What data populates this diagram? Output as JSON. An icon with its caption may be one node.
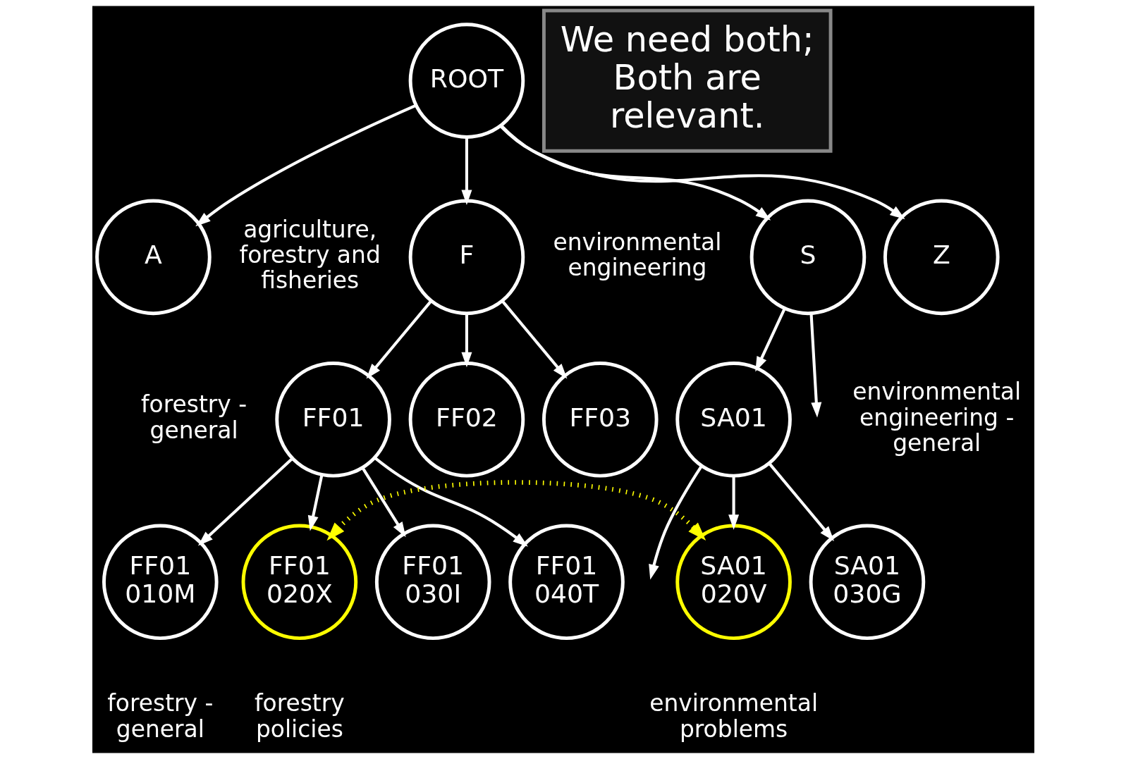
{
  "diagram": {
    "nodes": [
      {
        "text": [
          "ROOT"
        ]
      },
      {
        "text": [
          "A"
        ]
      },
      {
        "text": [
          "F"
        ],
        "beside": [
          "agriculture, forestry and fisheries"
        ]
      },
      {
        "text": [
          "S"
        ],
        "beside": [
          "environmental engineering"
        ]
      },
      {
        "text": [
          "Z"
        ]
      },
      {
        "text": [
          "FF01"
        ],
        "beside": [
          "forestry - general"
        ]
      },
      {
        "text": [
          "FF02"
        ]
      },
      {
        "text": [
          "FF03"
        ]
      },
      {
        "text": [
          "SA01"
        ],
        "beside": [
          "environmental engineering - general"
        ]
      },
      {
        "text": [
          "FF01 010M"
        ],
        "beside": [
          "forestry - general"
        ]
      },
      {
        "text": [
          "FF01 020X"
        ],
        "beside": [
          "forestry policies"
        ]
      },
      {
        "text": [
          "FF01 030I"
        ]
      },
      {
        "text": [
          "FF01 040T"
        ]
      },
      {
        "text": [
          "SA01 020V"
        ],
        "beside": [
          "environmental problems"
        ]
      },
      {
        "text": [
          "SA01 030G"
        ]
      },
      {
        "text": [
          "We need both; Both are relevant."
        ]
      }
    ],
    "edges": [
      {
        "from": 0,
        "to": 1,
        "arrow": "to"
      },
      {
        "from": 0,
        "to": 2,
        "arrow": "to"
      },
      {
        "from": 0,
        "to": 3,
        "arrow": "to"
      },
      {
        "from": 0,
        "to": 4,
        "arrow": "to"
      },
      {
        "from": 2,
        "to": 5,
        "arrow": "to"
      },
      {
        "from": 2,
        "to": 6,
        "arrow": "to"
      },
      {
        "from": 2,
        "to": 7,
        "arrow": "to"
      },
      {
        "from": 3,
        "to": 8,
        "arrow": "to"
      },
      {
        "from": 3,
        "to": null,
        "arrow": "to"
      },
      {
        "from": 5,
        "to": 9,
        "arrow": "to"
      },
      {
        "from": 5,
        "to": 10,
        "arrow": "to"
      },
      {
        "from": 5,
        "to": 11,
        "arrow": "to"
      },
      {
        "from": 5,
        "to": 12,
        "arrow": "to"
      },
      {
        "from": 8,
        "to": null,
        "arrow": "to"
      },
      {
        "from": 8,
        "to": 13,
        "arrow": "to"
      },
      {
        "from": 8,
        "to": 14,
        "arrow": "to"
      },
      {
        "from": 10,
        "to": 13,
        "arrow": "both",
        "style": "dashed",
        "color": "#ffff00"
      }
    ]
  }
}
